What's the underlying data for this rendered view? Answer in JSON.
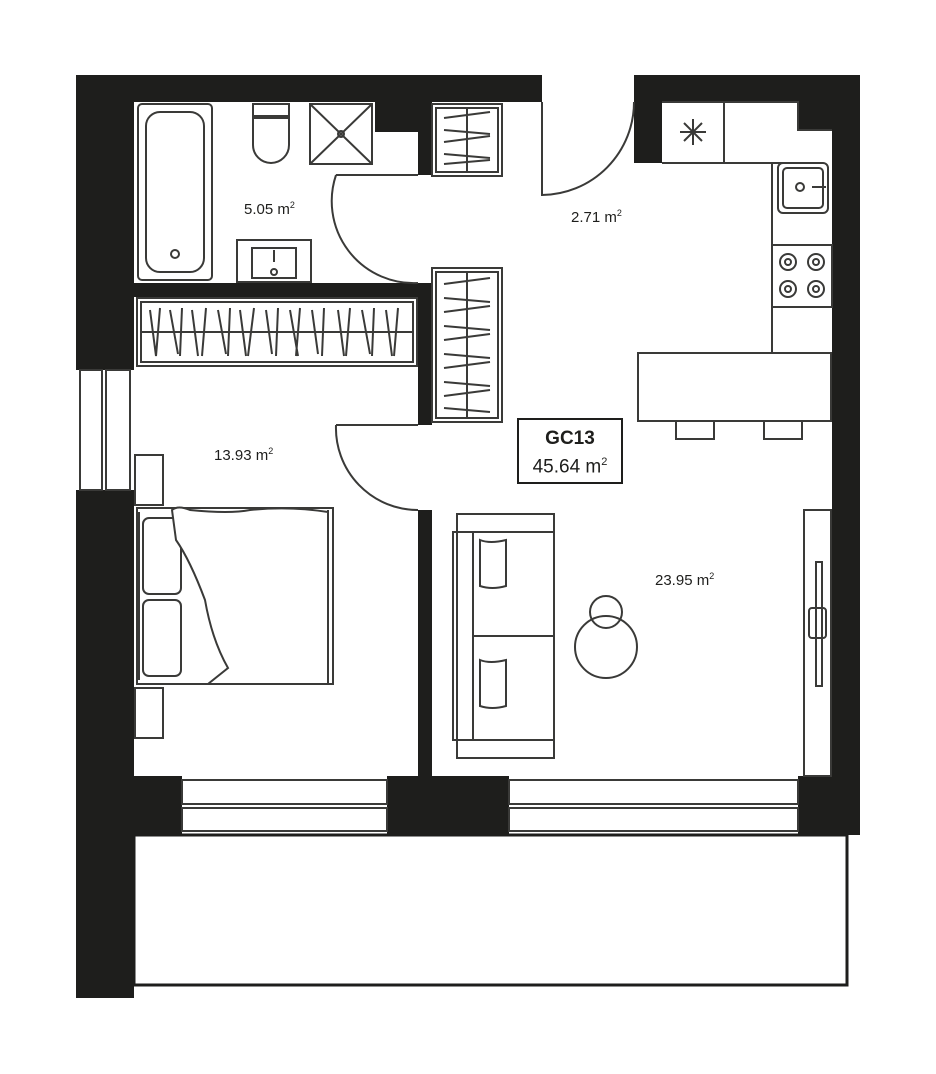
{
  "unit": {
    "code": "GC13",
    "total_area": "45.64 m",
    "unit_sup": "2"
  },
  "rooms": [
    {
      "name": "bathroom",
      "area": "5.05 m"
    },
    {
      "name": "hallway",
      "area": "2.71 m"
    },
    {
      "name": "bedroom",
      "area": "13.93 m"
    },
    {
      "name": "living-kitchen",
      "area": "23.95 m"
    }
  ],
  "colors": {
    "wall": "#1e1e1c",
    "line": "#3a3a38"
  }
}
